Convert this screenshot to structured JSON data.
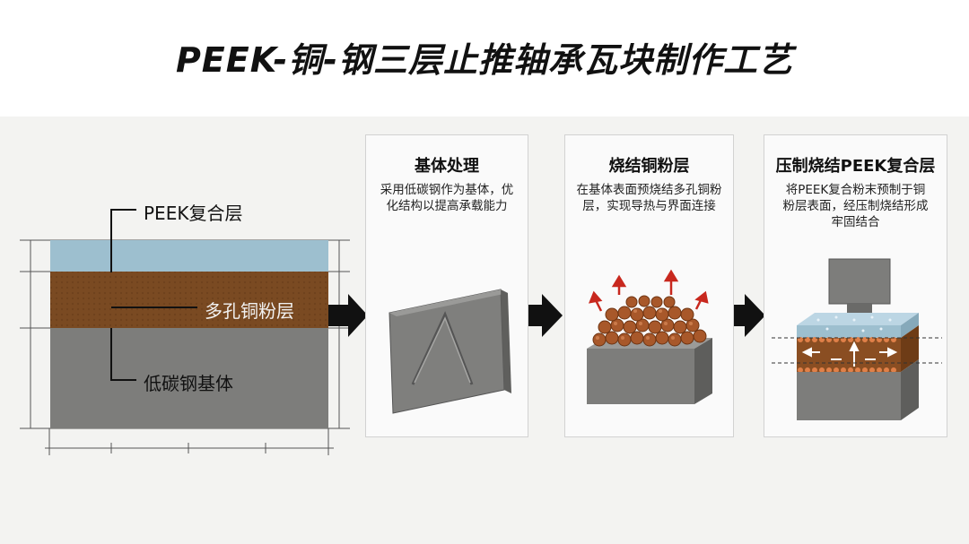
{
  "title": "PEEK-铜-钢三层止推轴承瓦块制作工艺",
  "layers": {
    "peek": "PEEK复合层",
    "copper": "多孔铜粉层",
    "steel": "低碳钢基体"
  },
  "steps": [
    {
      "title": "基体处理",
      "desc_lines": [
        "采用低碳钢作为基体，优",
        "化结构以提高承载能力"
      ]
    },
    {
      "title": "烧结铜粉层",
      "desc_lines": [
        "在基体表面预烧结多孔铜粉",
        "层，实现导热与界面连接"
      ]
    },
    {
      "title": "压制烧结PEEK复合层",
      "desc_lines": [
        "将PEEK复合粉末预制于铜",
        "粉层表面，经压制烧结形成",
        "牢固结合"
      ]
    }
  ],
  "colors": {
    "peek_layer": "#9dbfcf",
    "copper_layer": "#7a4a22",
    "steel_layer": "#7d7d7b",
    "arrow": "#111111",
    "heat_arrow": "#c8281e",
    "copper_bead": "#a8582a"
  }
}
